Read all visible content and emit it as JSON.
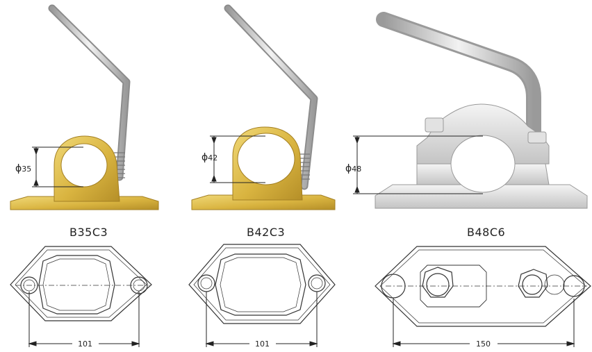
{
  "clamps": [
    {
      "model": "B35C3",
      "diameter_symbol": "ϕ",
      "diameter": "35",
      "width": "101",
      "finish": "brass"
    },
    {
      "model": "B42C3",
      "diameter_symbol": "ϕ",
      "diameter": "42",
      "width": "101",
      "finish": "brass"
    },
    {
      "model": "B48C6",
      "diameter_symbol": "ϕ",
      "diameter": "48",
      "width": "150",
      "finish": "silver"
    }
  ],
  "colors": {
    "brass": "#d9b440",
    "brass_dark": "#b8922a",
    "silver": "#d9d9d9",
    "line": "#222222"
  }
}
